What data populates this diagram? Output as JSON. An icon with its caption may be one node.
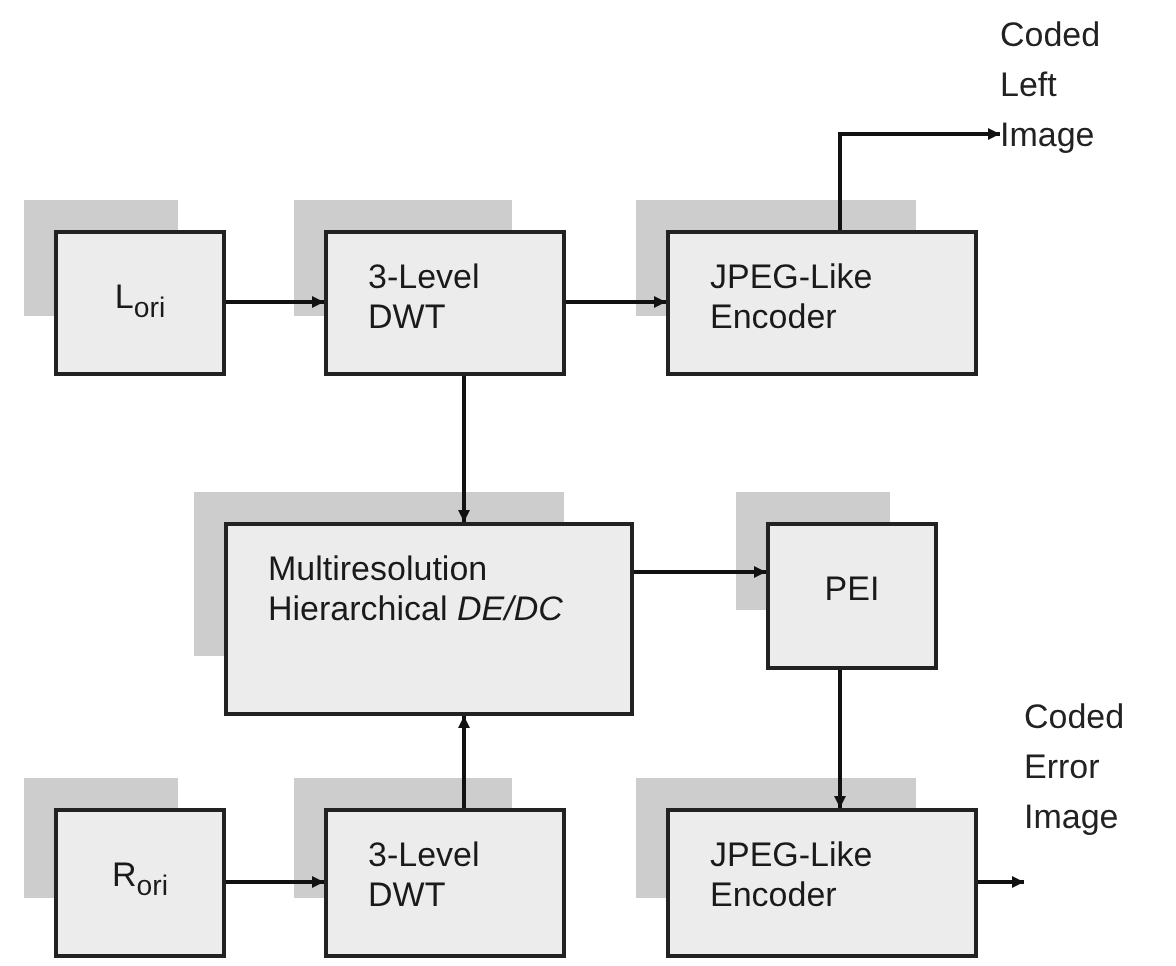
{
  "diagram": {
    "nodes": [
      {
        "text": [
          "L$_{ori}$"
        ]
      },
      {
        "text": [
          "3-Level DWT"
        ]
      },
      {
        "text": [
          "JPEG-Like Encoder"
        ]
      },
      {
        "text": [
          "Coded Left Image"
        ]
      },
      {
        "text": [
          "Multiresolution Hierarchical *DE/DC*"
        ]
      },
      {
        "text": [
          "PEI"
        ]
      },
      {
        "text": [
          "R$_{ori}$"
        ]
      },
      {
        "text": [
          "3-Level DWT"
        ]
      },
      {
        "text": [
          "JPEG-Like Encoder"
        ]
      },
      {
        "text": [
          "Coded Error Image"
        ]
      }
    ],
    "edges": [
      {
        "from": 0,
        "to": 1,
        "arrow": "to"
      },
      {
        "from": 1,
        "to": 2,
        "arrow": "to"
      },
      {
        "from": 2,
        "to": 3,
        "arrow": "to"
      },
      {
        "from": 1,
        "to": 4,
        "arrow": "to"
      },
      {
        "from": 4,
        "to": 5,
        "arrow": "to"
      },
      {
        "from": 6,
        "to": 7,
        "arrow": "to"
      },
      {
        "from": 7,
        "to": 4,
        "arrow": "to"
      },
      {
        "from": 5,
        "to": 8,
        "arrow": "to"
      },
      {
        "from": 8,
        "to": 9,
        "arrow": "to"
      }
    ]
  }
}
